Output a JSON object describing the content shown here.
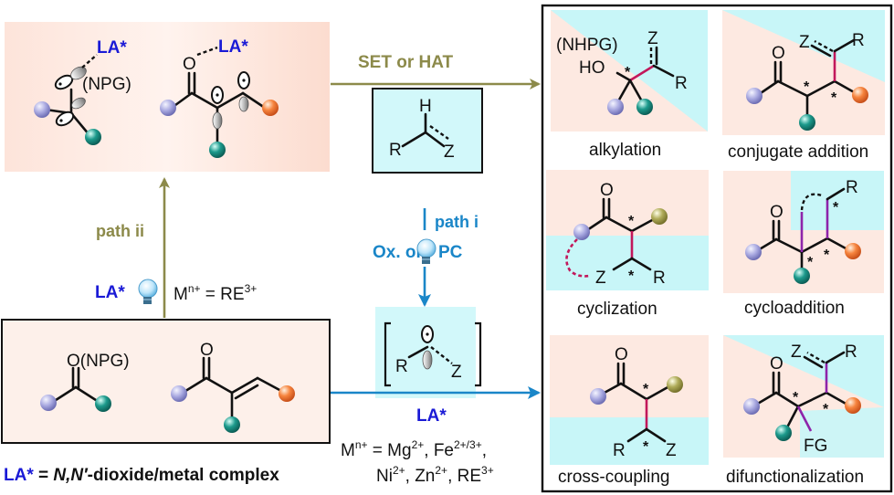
{
  "colors": {
    "accent_blue": "#1a1ad6",
    "path_i_blue": "#1a86c8",
    "path_ii_olive": "#8c8a4a",
    "salmon_bg": "#fde6dc",
    "cyan_bg": "#c8f6f8",
    "sphere_purple": "#9a9ad8",
    "sphere_teal": "#1a8a80",
    "sphere_orange": "#f07a3a",
    "sphere_olive": "#a4a050",
    "new_bond_magenta": "#c2185b",
    "new_bond_violet": "#8e24aa"
  },
  "intermediates_panel": {
    "la_label_left": "LA*",
    "la_label_right": "LA*",
    "npg_label": "(NPG)",
    "oxygen": "O"
  },
  "arrows": {
    "set_or_hat": "SET or HAT",
    "path_i": "path i",
    "ox_or": "Ox. or",
    "pc": "PC",
    "path_ii": "path ii",
    "la_star_path_ii": "LA*",
    "metal_path_ii": "M",
    "metal_path_ii_charge": "n+",
    "metal_path_ii_eq": " = RE",
    "metal_path_ii_re_charge": "3+",
    "la_star_bottom": "LA*",
    "metal_bottom_line1": {
      "m": "M",
      "m_charge": "n+",
      "eq": " = Mg",
      "mg_charge": "2+",
      "fe": ", Fe",
      "fe_charge": "2+/3+",
      "comma": ","
    },
    "metal_bottom_line2": {
      "ni": "Ni",
      "ni_charge": "2+",
      "zn": ", Zn",
      "zn_charge": "2+",
      "re": ", RE",
      "re_charge": "3+"
    }
  },
  "reagent_box": {
    "H": "H",
    "R": "R",
    "Z": "Z"
  },
  "radical_box": {
    "R": "R",
    "Z": "Z"
  },
  "substrates_panel": {
    "carbonyl_label": "O(NPG)",
    "enone_oxygen": "O"
  },
  "legend": {
    "la": "LA*",
    "eq": " = ",
    "ligand_italic": "N,N′",
    "rest": "-dioxide/metal complex"
  },
  "icons": [
    "lightbulb-icon",
    "lightbulb-icon"
  ],
  "products": [
    {
      "name": "alkylation",
      "labels": {
        "npg": "(NHPG)",
        "ho": "HO",
        "z": "Z",
        "r": "R",
        "star": "*"
      }
    },
    {
      "name": "conjugate addition",
      "labels": {
        "o": "O",
        "z": "Z",
        "r": "R",
        "star": "*"
      }
    },
    {
      "name": "cyclization",
      "labels": {
        "o": "O",
        "z": "Z",
        "r": "R",
        "star": "*"
      }
    },
    {
      "name": "cycloaddition",
      "labels": {
        "o": "O",
        "r": "R",
        "star": "*"
      }
    },
    {
      "name": "cross-coupling",
      "labels": {
        "o": "O",
        "r": "R",
        "z": "Z",
        "star": "*"
      }
    },
    {
      "name": "difunctionalization",
      "labels": {
        "o": "O",
        "z": "Z",
        "r": "R",
        "fg": "FG",
        "star": "*"
      }
    }
  ]
}
